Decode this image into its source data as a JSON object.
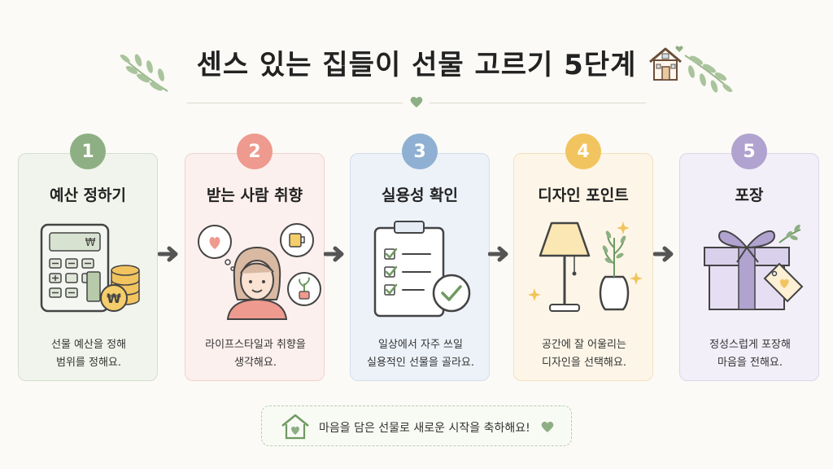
{
  "header": {
    "title": "센스 있는 집들이 선물 고르기 5단계"
  },
  "steps": [
    {
      "number": "1",
      "title": "예산 정하기",
      "description": "선물 예산을 정해\n범위를 정해요.",
      "accent": "#8eaf84",
      "card_bg": "#f1f4ec",
      "card_border": "#d3dfcb"
    },
    {
      "number": "2",
      "title": "받는 사람 취향",
      "description": "라이프스타일과 취향을\n생각해요.",
      "accent": "#ee9a8e",
      "card_bg": "#fcf0ee",
      "card_border": "#f0d2cd"
    },
    {
      "number": "3",
      "title": "실용성 확인",
      "description": "일상에서 자주 쓰일\n실용적인 선물을 골라요.",
      "accent": "#8fb0d2",
      "card_bg": "#edf2f9",
      "card_border": "#d2deed"
    },
    {
      "number": "4",
      "title": "디자인 포인트",
      "description": "공간에 잘 어울리는\n디자인을 선택해요.",
      "accent": "#f2c45f",
      "card_bg": "#fdf6e8",
      "card_border": "#f1e0bb"
    },
    {
      "number": "5",
      "title": "포장",
      "description": "정성스럽게 포장해\n마음을 전해요.",
      "accent": "#b0a3d0",
      "card_bg": "#f2eff8",
      "card_border": "#dcd5ea"
    }
  ],
  "calculator": {
    "display": "₩",
    "coin": "₩"
  },
  "banner": {
    "text": "마음을 담은 선물로 새로운 시작을 축하해요!"
  }
}
